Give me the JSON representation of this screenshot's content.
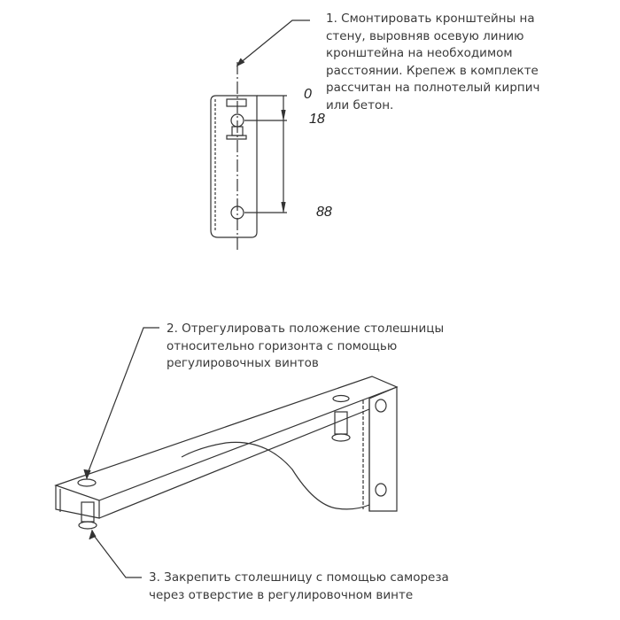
{
  "step1": {
    "lines": [
      "1. Смонтировать кронштейны на",
      "стену, выровняв осевую линию",
      "кронштейна на необходимом",
      "расстоянии. Крепеж в комплекте",
      "рассчитан на полнотелый кирпич",
      "или бетон."
    ]
  },
  "dimensions": {
    "top": "0",
    "first_hole": "18",
    "second_hole": "88"
  },
  "step2": {
    "lines": [
      "2. Отрегулировать положение столешницы",
      "относительно горизонта с помощью",
      "регулировочных винтов"
    ]
  },
  "step3": {
    "lines": [
      "3. Закрепить столешницу с помощью самореза",
      "через отверстие в регулировочном винте"
    ]
  }
}
